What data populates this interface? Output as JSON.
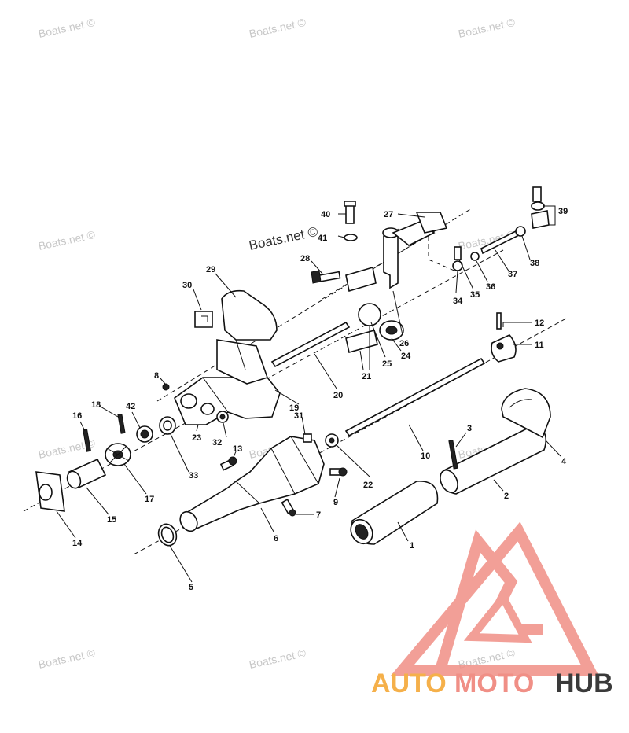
{
  "watermarks": {
    "w1": "Boats.net ©",
    "w2": "Boats.net ©",
    "w3": "Boats.net ©",
    "w4": "Boats.net ©",
    "w5": "Boats.net ©",
    "w6": "Boats.net ©",
    "w7": "Boats.net ©",
    "w8": "Boats.net ©",
    "w9": "Boats.net ©",
    "w10": "Boats.net ©",
    "w11": "Boats.net ©",
    "w12": "Boats.net ©"
  },
  "logo": {
    "part1": "AUTO",
    "part2": "MOTO",
    "part3": "HUB",
    "color_primary": "#f08f86",
    "color_auto": "#f5b04a",
    "color_moto": "#f08f86",
    "color_hub": "#3a3a3a"
  },
  "callouts": {
    "c1": "1",
    "c2": "2",
    "c3": "3",
    "c4": "4",
    "c5": "5",
    "c6": "6",
    "c7": "7",
    "c8": "8",
    "c9": "9",
    "c10": "10",
    "c11": "11",
    "c12": "12",
    "c13": "13",
    "c14": "14",
    "c15": "15",
    "c16": "16",
    "c17": "17",
    "c18": "18",
    "c19": "19",
    "c20": "20",
    "c21": "21",
    "c22": "22",
    "c23": "23",
    "c24": "24",
    "c25": "25",
    "c26": "26",
    "c27": "27",
    "c28": "28",
    "c29": "29",
    "c30": "30",
    "c31": "31",
    "c32": "32",
    "c33": "33",
    "c34": "34",
    "c35": "35",
    "c36": "36",
    "c37": "37",
    "c38": "38",
    "c39": "39",
    "c40": "40",
    "c41": "41",
    "c42": "42"
  }
}
